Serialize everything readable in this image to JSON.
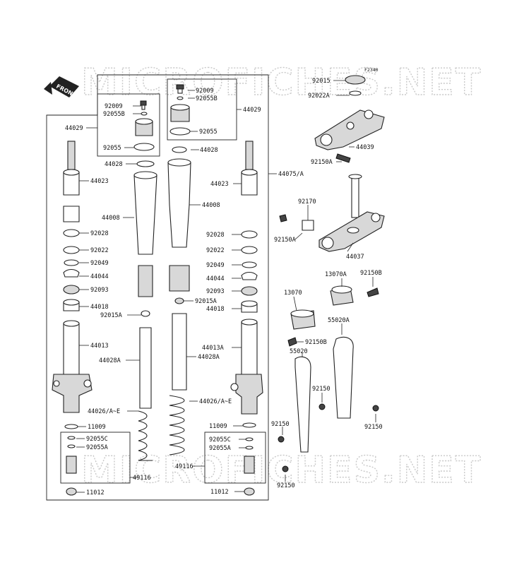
{
  "watermark": "MICROFICHES.NET",
  "figure_ref": "F2340",
  "front_label": "FRONT",
  "labels": {
    "l44029_left": "44029",
    "l44029_right": "44029",
    "l92009_a": "92009",
    "l92055B_a": "92055B",
    "l92055_a": "92055",
    "l92009_b": "92009",
    "l92055B_b": "92055B",
    "l92055_b": "92055",
    "l44028_a": "44028",
    "l44028_b": "44028",
    "l44023_a": "44023",
    "l44023_b": "44023",
    "l44008_a": "44008",
    "l44008_b": "44008",
    "l92028_a": "92028",
    "l92028_b": "92028",
    "l92022_a": "92022",
    "l92022_b": "92022",
    "l92049_a": "92049",
    "l92049_b": "92049",
    "l44044_a": "44044",
    "l44044_b": "44044",
    "l92093_a": "92093",
    "l92093_b": "92093",
    "l44018_a": "44018",
    "l44018_b": "44018",
    "l92015A_a": "92015A",
    "l92015A_b": "92015A",
    "l44013": "44013",
    "l44013A": "44013A",
    "l44028A_a": "44028A",
    "l44028A_b": "44028A",
    "l44026_a": "44026/A~E",
    "l44026_b": "44026/A~E",
    "l11009_a": "11009",
    "l11009_b": "11009",
    "l92055C_a": "92055C",
    "l92055C_b": "92055C",
    "l92055A_a": "92055A",
    "l92055A_b": "92055A",
    "l49116_a": "49116",
    "l49116_b": "49116",
    "l11012_a": "11012",
    "l11012_b": "11012",
    "l44075": "44075/A",
    "l92015": "92015",
    "l92022A": "92022A",
    "l44039": "44039",
    "l92150A_a": "92150A",
    "l92170": "92170",
    "l92150A_b": "92150A",
    "l44037": "44037",
    "l13070A": "13070A",
    "l92150B_a": "92150B",
    "l13070": "13070",
    "l92150B_b": "92150B",
    "l55020A": "55020A",
    "l55020": "55020",
    "l92150_a": "92150",
    "l92150_b": "92150",
    "l92150_c": "92150",
    "l92150_d": "92150"
  }
}
